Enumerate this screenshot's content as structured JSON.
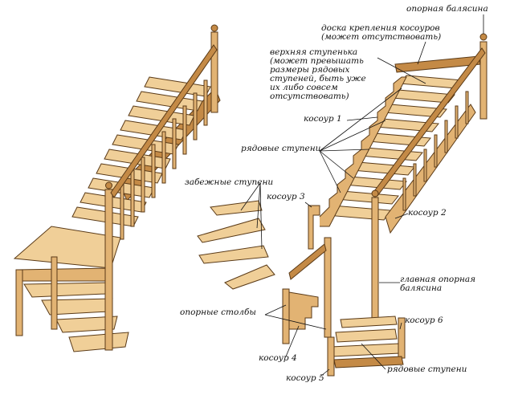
{
  "labels": {
    "support_baluster": "опорная балясина",
    "stringer_board": "доска крепления косоуров\n(может отсутствовать)",
    "top_step": "верхняя ступенька\n(может превышать\nразмеры рядовых\nступеней, быть уже\nих либо совсем\nотсутствовать)",
    "stringer_1": "косоур 1",
    "regular_steps_top": "рядовые ступени",
    "winder_steps": "забежные ступени",
    "stringer_3": "косоур 3",
    "stringer_2": "косоур 2",
    "main_baluster": "главная опорная\nбалясина",
    "support_posts": "опорные столбы",
    "stringer_6": "косоур 6",
    "stringer_4": "косоур 4",
    "regular_steps_bottom": "рядовые ступени",
    "stringer_5": "косоур 5"
  },
  "colors": {
    "wood": "#e2b373",
    "wood_light": "#f0cf98",
    "wood_dark": "#c48a46",
    "outline": "#5a3a17",
    "text": "#111111"
  }
}
